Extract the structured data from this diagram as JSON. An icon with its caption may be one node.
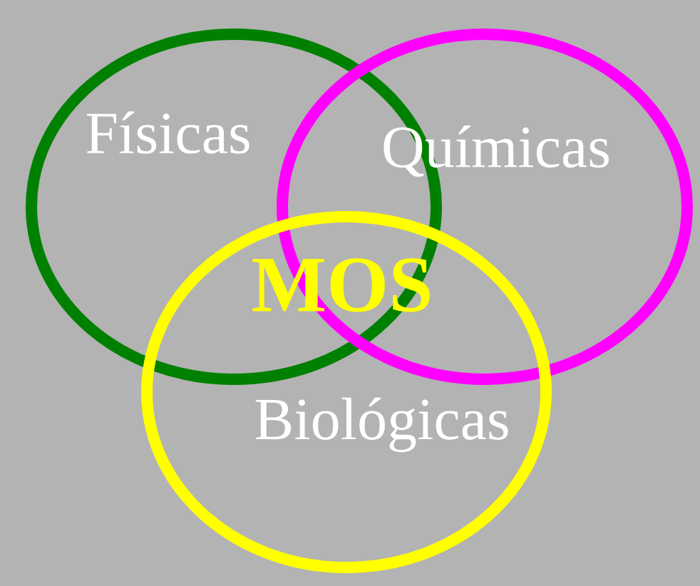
{
  "diagram": {
    "nodes": [
      {
        "text": [
          "Físicas"
        ]
      },
      {
        "text": [
          "Químicas"
        ]
      },
      {
        "text": [
          "Biológicas"
        ]
      }
    ],
    "labels": [
      "MOS"
    ]
  }
}
